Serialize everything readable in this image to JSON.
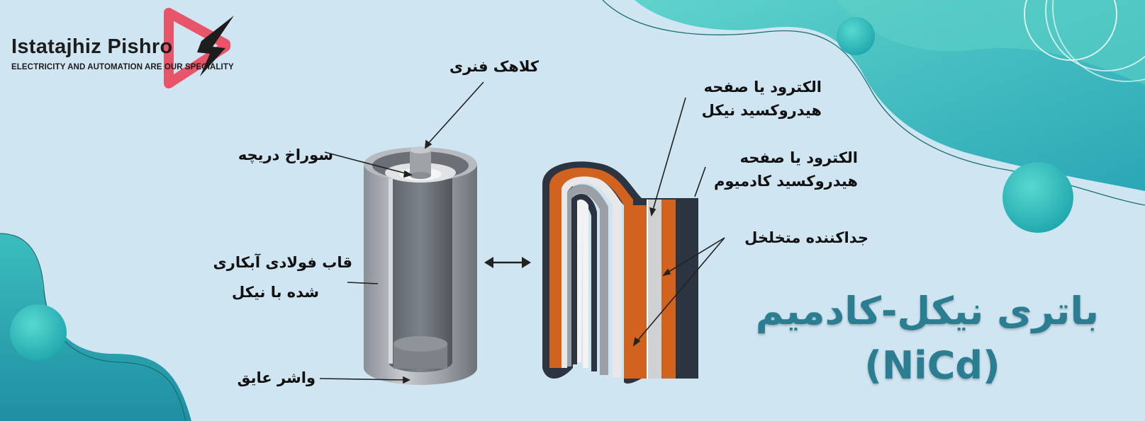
{
  "brand": {
    "name": "Istatajhiz Pishro",
    "tagline": "ELECTRICITY AND AUTOMATION ARE OUR SPECIALITY"
  },
  "title": {
    "line1": "باتری نیکل-کادمیم",
    "line2": "(NiCd)"
  },
  "labels": {
    "spring_cap": "کلاهک فنری",
    "vent_hole": "سوراخ دریچه",
    "case_line1": "قاب فولادی آبکاری",
    "case_line2": "شده با نیکل",
    "insulating_washer": "واشر عایق",
    "nickel_electrode_line1": "الکترود یا صفحه",
    "nickel_electrode_line2": "هیدروکسید نیکل",
    "cadmium_electrode_line1": "الکترود یا صفحه",
    "cadmium_electrode_line2": "هیدروکسید کادمیوم",
    "separator": "جداکننده متخلخل"
  },
  "colors": {
    "background": "#cfe6f2",
    "teal": "#3ec6c6",
    "title": "#2b7e92",
    "logo_accent": "#e8556b",
    "electrode_orange": "#d2631e",
    "electrode_dark": "#2b3440"
  }
}
